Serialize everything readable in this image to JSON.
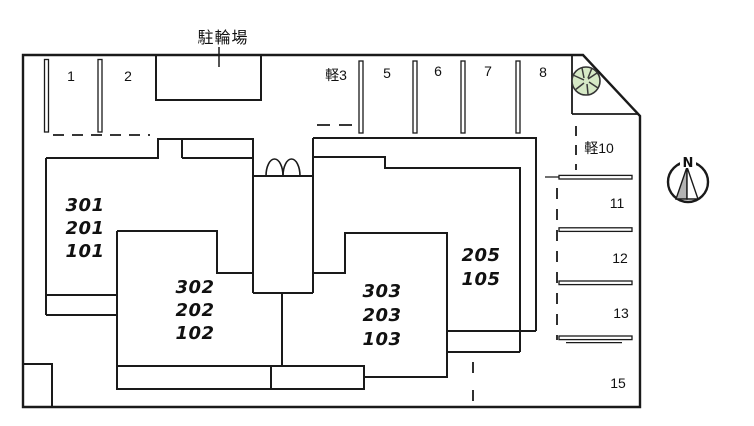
{
  "plan": {
    "bicycle_parking_label": "駐輪場",
    "compass_north": "N",
    "parking_top": [
      "1",
      "2",
      "軽3",
      "5",
      "6",
      "7",
      "8"
    ],
    "parking_right": [
      "軽10",
      "11",
      "12",
      "13",
      "15"
    ],
    "units_west": [
      "301",
      "201",
      "101"
    ],
    "units_center": [
      "302",
      "202",
      "102"
    ],
    "units_east": [
      "303",
      "203",
      "103"
    ],
    "units_northeast": [
      "205",
      "105"
    ]
  },
  "colors": {
    "line": "#1a1a1a",
    "tree_fill": "#d6e9c6",
    "compass_shade": "#b3b3b3"
  }
}
